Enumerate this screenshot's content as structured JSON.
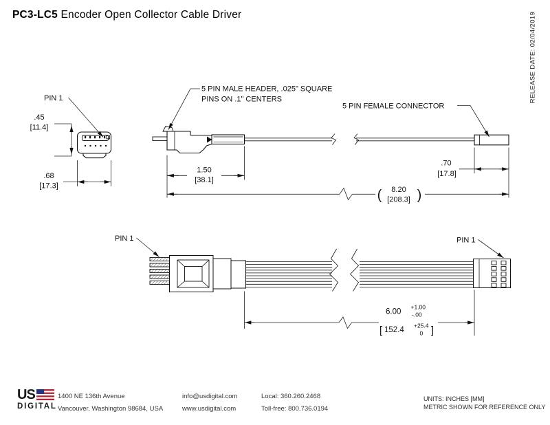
{
  "title": {
    "model": "PC3-LC5",
    "rest": " Encoder Open Collector Cable Driver"
  },
  "release_date": "RELEASE DATE: 02/04/2019",
  "drawing": {
    "labels": {
      "pin1": "PIN 1",
      "male_header_1": "5 PIN MALE HEADER, .025\" SQUARE",
      "male_header_2": "PINS ON .1\" CENTERS",
      "female_connector": "5 PIN FEMALE CONNECTOR"
    },
    "dims": {
      "height_in": ".45",
      "height_mm": "[11.4]",
      "width_in": ".68",
      "width_mm": "[17.3]",
      "header_in": "1.50",
      "header_mm": "[38.1]",
      "female_in": ".70",
      "female_mm": "[17.8]",
      "overall_open": "(",
      "overall_in": "8.20",
      "overall_mm": "[208.3]",
      "overall_close": ")",
      "cable_in": "6.00",
      "cable_tol_plus": "+1.00",
      "cable_tol_minus": "-.00",
      "cable_mm_open": "[",
      "cable_mm": "152.4",
      "cable_mm_tol_plus": "+25.4",
      "cable_mm_tol_minus": "0",
      "cable_mm_close": "]"
    }
  },
  "footer": {
    "logo": {
      "us": "US",
      "digital": "DIGITAL"
    },
    "address_line1": "1400 NE 136th Avenue",
    "address_line2": "Vancouver, Washington 98684, USA",
    "email": "info@usdigital.com",
    "website": "www.usdigital.com",
    "phone_local": "Local: 360.260.2468",
    "phone_tollfree": "Toll-free: 800.736.0194",
    "units_line1": "UNITS: INCHES [MM]",
    "units_line2": "METRIC SHOWN FOR REFERENCE ONLY"
  },
  "colors": {
    "flag_blue": "#26337b",
    "flag_red": "#b22234",
    "line": "#111111",
    "background": "#ffffff"
  }
}
